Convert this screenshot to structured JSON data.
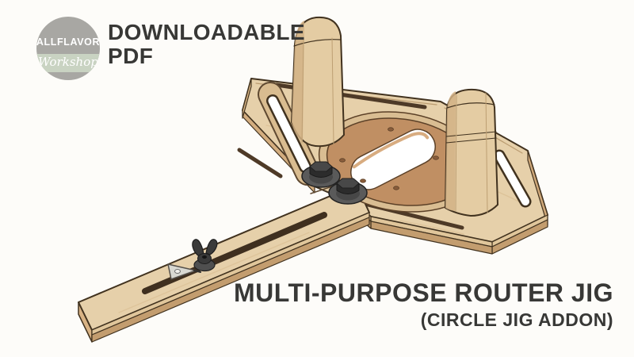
{
  "page": {
    "background": "#fdfcf9"
  },
  "logo": {
    "line1": "ALLFLAVOR",
    "line2": "Workshop",
    "circle_color": "#a8a7a3",
    "band_color": "#c9d3c2",
    "text_color": "#ffffff"
  },
  "header": {
    "line1": "DOWNLOADABLE",
    "line2": "PDF",
    "color": "#383836"
  },
  "title": {
    "line1": "MULTI-PURPOSE ROUTER JIG",
    "line2": "(CIRCLE JIG ADDON)",
    "color": "#383836"
  },
  "illustration": {
    "label": "3d-render-of-wooden-multi-purpose-router-jig-with-circle-jig-addon",
    "wood_light": "#e6d0aa",
    "wood_shade": "#d2b286",
    "wood_edge_light": "#e0c69b",
    "wood_edge_dark": "#c39d6f",
    "outline": "#41321f",
    "disc_color": "#c08f63",
    "disc_rim": "#d8ac80",
    "metal_dark": "#3a3a3a",
    "metal_mid": "#5a5a5a",
    "pointer_color": "#d8d8d2"
  }
}
